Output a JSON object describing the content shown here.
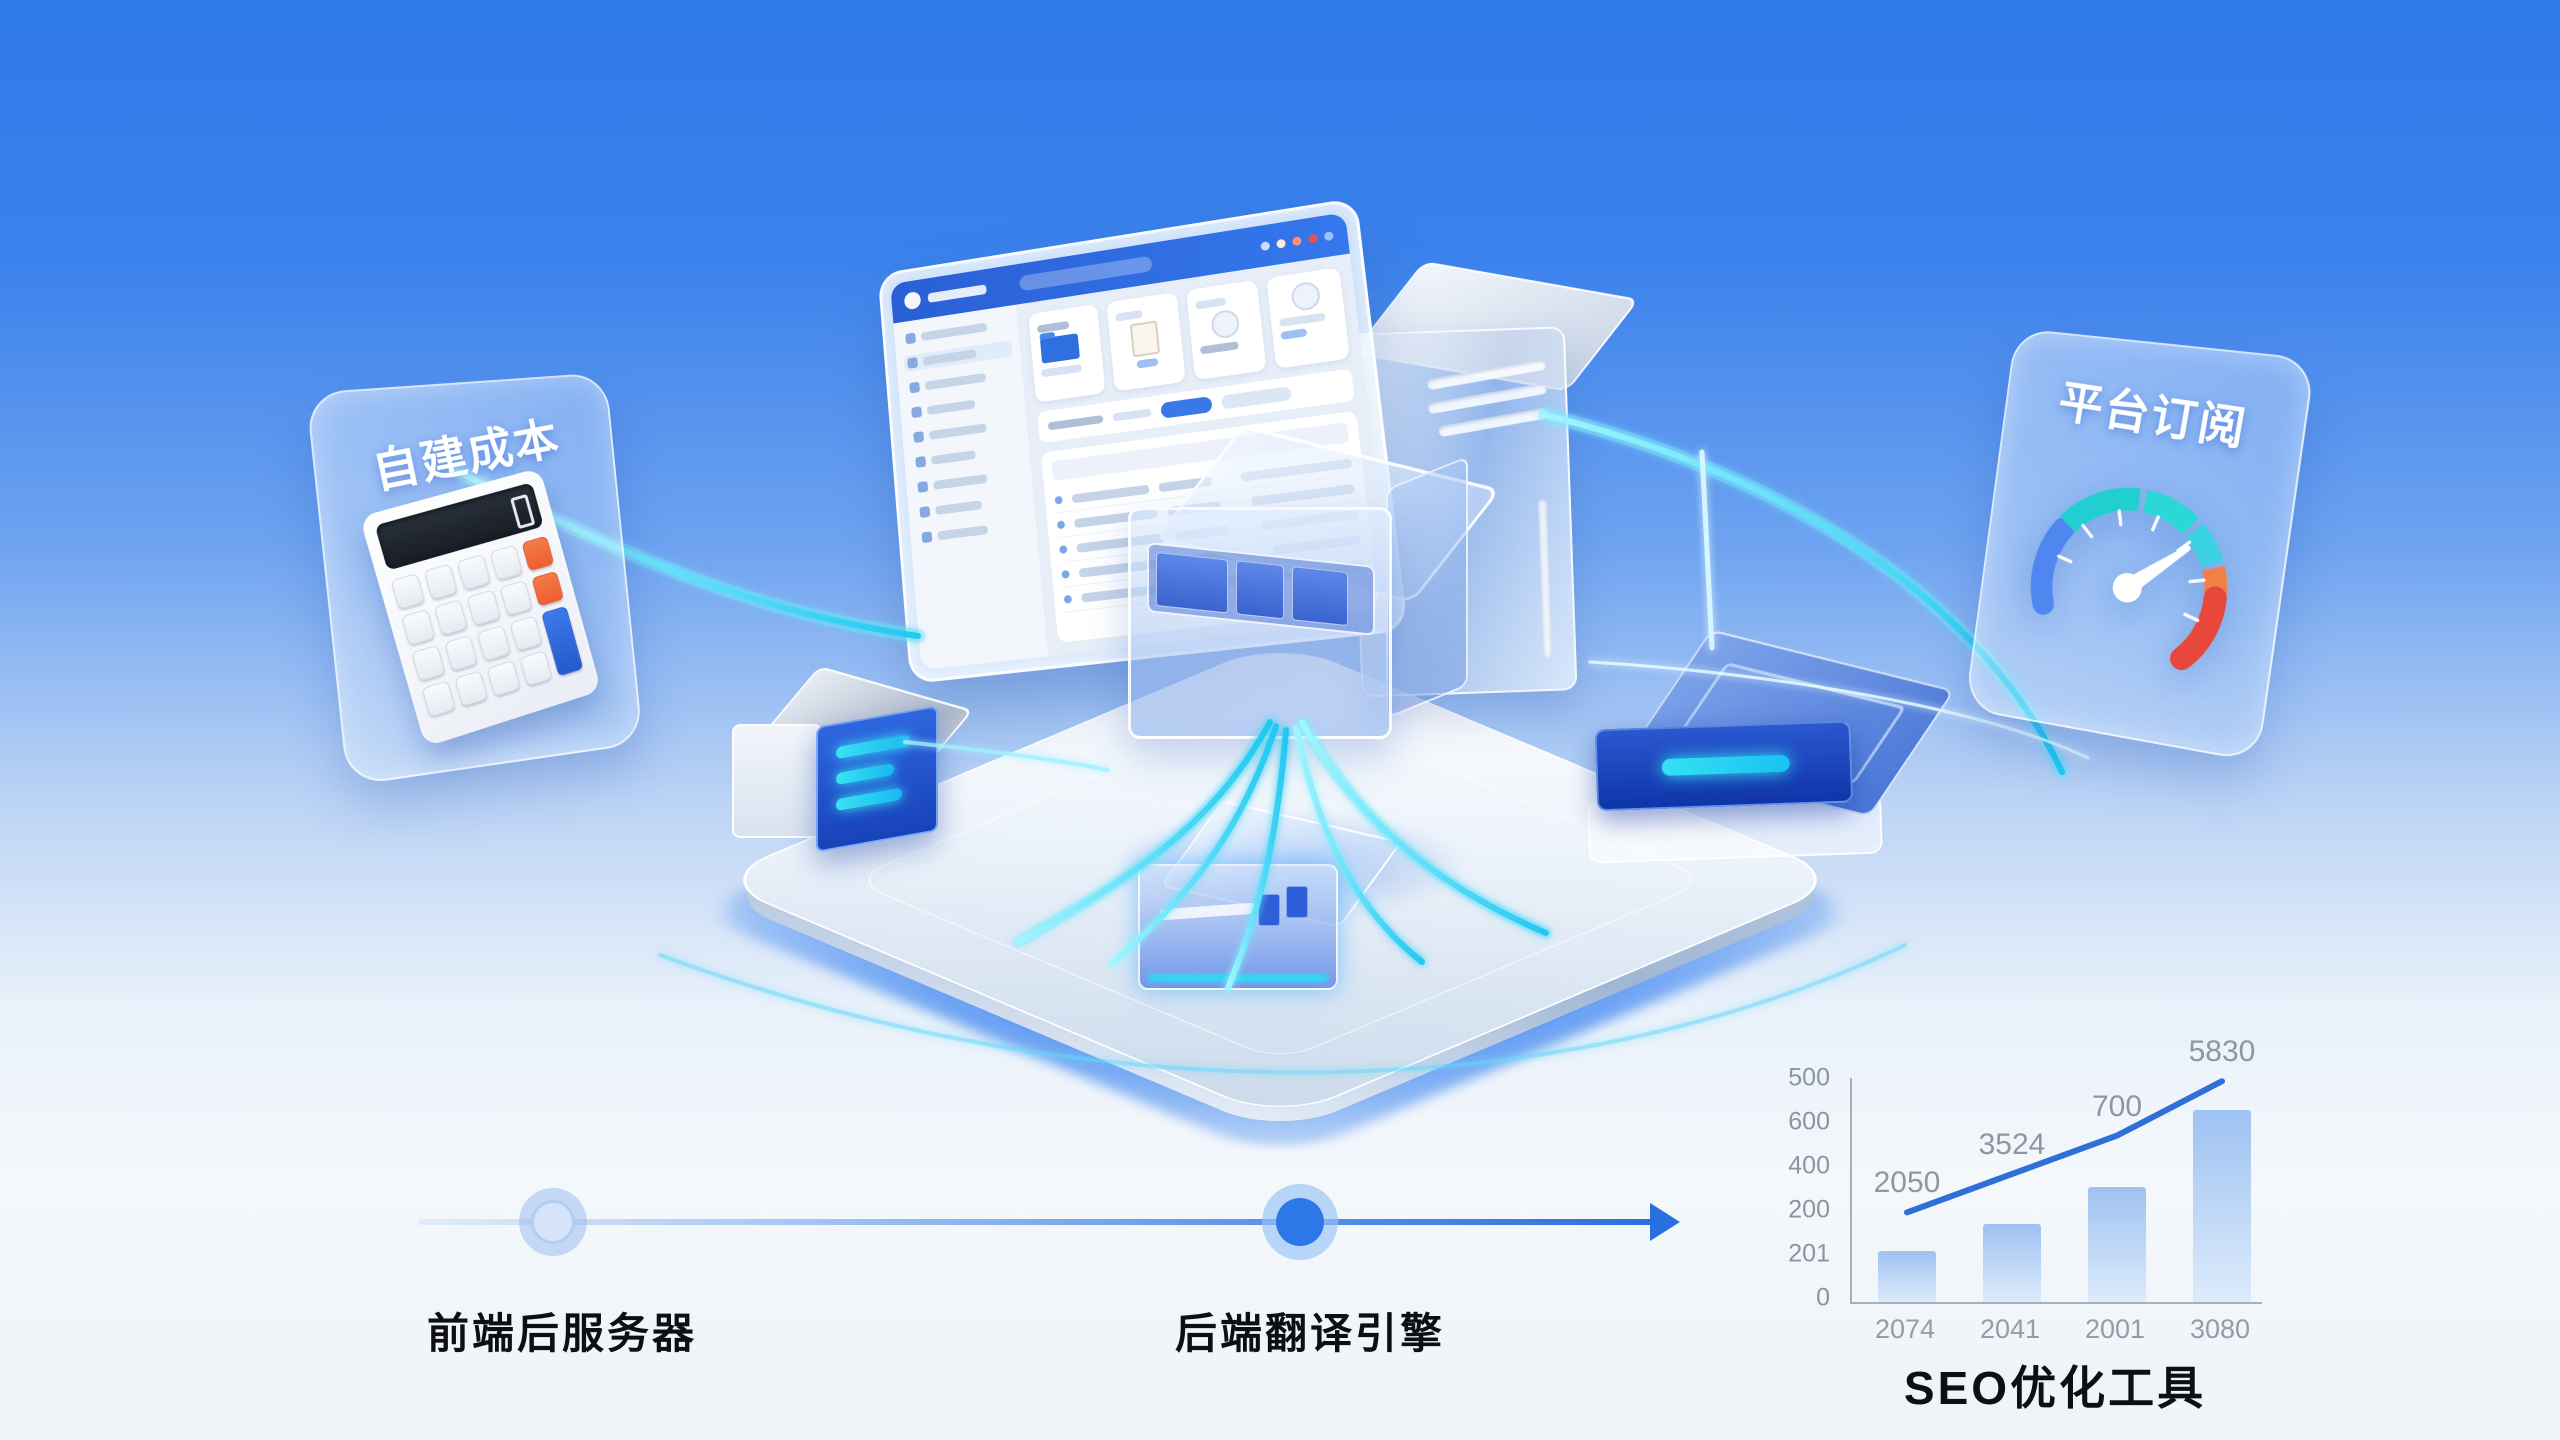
{
  "left_card": {
    "title": "自建成本"
  },
  "right_card": {
    "title": "平台订阅"
  },
  "timeline": {
    "steps": [
      {
        "label": "前端后服务器"
      },
      {
        "label": "后端翻译引擎"
      }
    ]
  },
  "chart_data": {
    "type": "bar+line",
    "title": "SEO优化工具",
    "categories": [
      "2074",
      "2041",
      "2001",
      "3080"
    ],
    "yticks": [
      "500",
      "600",
      "400",
      "200",
      "201",
      "0"
    ],
    "ylim": [
      0,
      700
    ],
    "grid": false,
    "legend": "none",
    "series": [
      {
        "name": "bars",
        "type": "bar",
        "values": [
          160,
          245,
          360,
          600
        ]
      },
      {
        "name": "line",
        "type": "line",
        "values": [
          280,
          400,
          520,
          690
        ],
        "point_labels": [
          "2050",
          "3524",
          "700",
          "5830"
        ]
      }
    ]
  },
  "monitor": {
    "header_dots": [
      "#cfe0ff",
      "#ffe9e2",
      "#ff8f7a",
      "#e5544b",
      "#9fc0ff"
    ]
  },
  "colors": {
    "background_top": "#2f79e8",
    "background_bottom": "#f4f8fb",
    "accent_blue": "#2a6fe0",
    "glow_cyan": "#35dff2",
    "gauge_teal": "#23d3cf",
    "gauge_orange": "#f08048",
    "gauge_red": "#e8483c",
    "calculator_orange": "#f2683c",
    "calculator_blue": "#2f6fe0"
  }
}
